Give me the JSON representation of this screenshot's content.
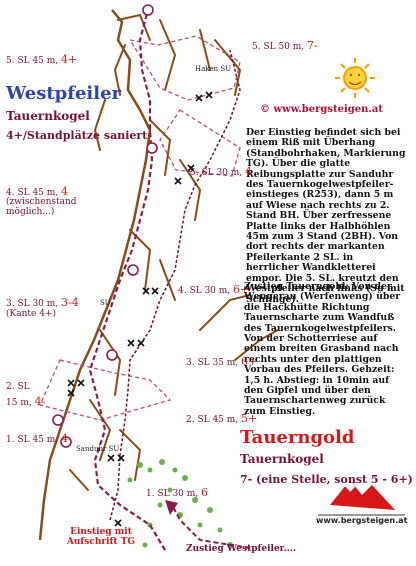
{
  "left_route": {
    "title": "Westpfeiler",
    "subtitle": "Tauernkogel",
    "grade": "4+/Standplätze saniert"
  },
  "right_route": {
    "title": "Tauerngold",
    "subtitle": "Tauernkogel",
    "grade": "7- (eine Stelle, sonst 5 - 6+)"
  },
  "website": "© www.bergsteigen.at",
  "logo_text": "www.bergsteigen.at",
  "pitches": [
    {
      "label": "5. SL 45 m, ",
      "grade": "4+"
    },
    {
      "label": "5. SL 50 m, ",
      "grade": "7-"
    },
    {
      "label": "5. SL 30 m, ",
      "grade": "4"
    },
    {
      "label": "4. SL 45 m, ",
      "grade": "4",
      "note": "(zwischenstand möglich...)"
    },
    {
      "label": "4. SL 30 m, ",
      "grade": "6+"
    },
    {
      "label": "3. SL 30 m, ",
      "grade": "3-4",
      "note": "(Kante 4+)"
    },
    {
      "label": "3. SL 35 m, ",
      "grade": "6+"
    },
    {
      "label": "2. SL",
      "line2": "15 m, ",
      "grade": "4-"
    },
    {
      "label": "2. SL 45 m, ",
      "grade": "5+"
    },
    {
      "label": "1. SL 45 m, ",
      "grade": "4-"
    },
    {
      "label": "1. SL 30 m, ",
      "grade": "6"
    }
  ],
  "map_labels": {
    "start_tg": "Einstieg mit Aufschrift TG",
    "approach": "Zustieg Westpfeiler....",
    "sanduhr": "Sanduhr SU",
    "haken": "Haken SU",
    "su": "SU"
  },
  "description_westpfeiler": "Der Einstieg befindet sich bei einem Riß mit Überhang (Standbohrhaken, Markierung TG). Über die glatte Reibungsplatte zur Sanduhr des Tauernkogelwestpfeiler-einstieges (R253), dann 5 m auf Wiese nach rechts zu 2. Stand BH. Über zerfressene Platte links der Halbhöhlen 45m zum 3 Stand (2BH). Von dort rechts der markanten Pfeilerkante 2 SL. in herrlicher Wandkletterei empor. Die 5. SL. kreutzt den Westpfeiler nach links (Su mit Schlinge).",
  "description_tauerngold": "Zustieg Tauerngold: Von der Wengerau (Werfenweng) über die Hackhütte Richtung Tauernscharte zum Wandfuß des Tauernkogelwestpfeilers. Von der Schotterriese auf einem breiten Grasband nach rechts unter den plattigen Vorbau des Pfeilers. Gehzeit: 1,5 h. Abstieg: in 10min auf den Gipfel und über den Tauernschartenweg zurück zum Einstieg."
}
